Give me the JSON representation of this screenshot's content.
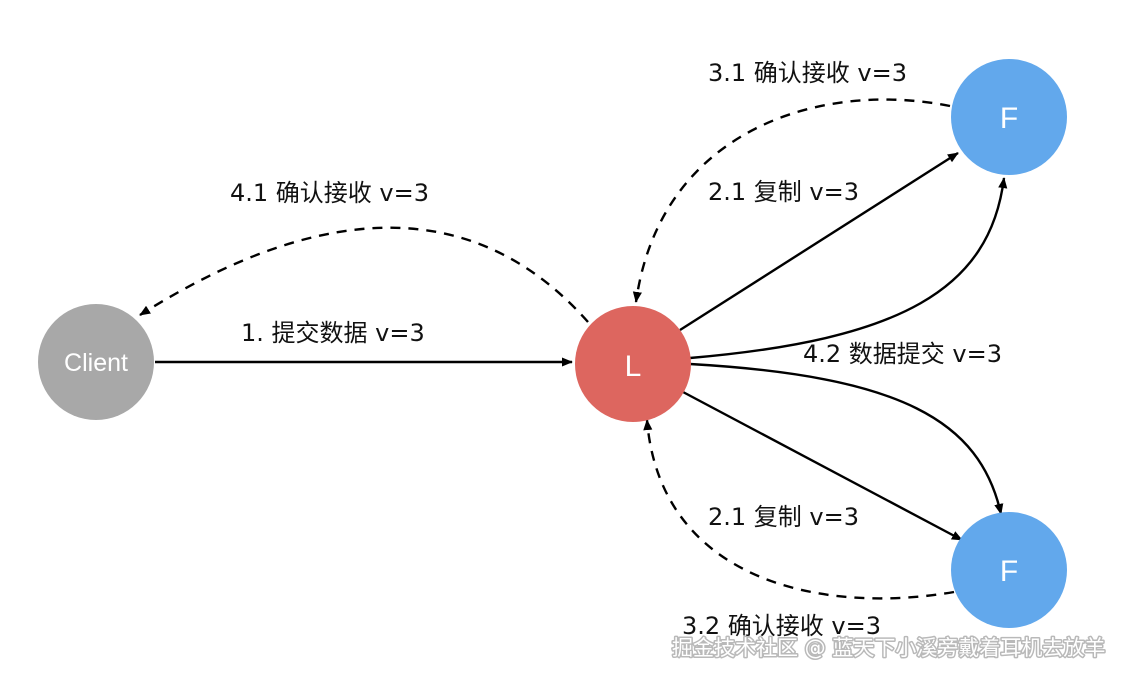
{
  "diagram": {
    "nodes": {
      "client": {
        "label": "Client",
        "color": "#a8a8a8"
      },
      "leader": {
        "label": "L",
        "color": "#dd665f"
      },
      "follower_top": {
        "label": "F",
        "color": "#62a8ec"
      },
      "follower_bottom": {
        "label": "F",
        "color": "#62a8ec"
      }
    },
    "edges": {
      "propose": {
        "label": "1. 提交数据 v=3",
        "style": "solid"
      },
      "replicate_top": {
        "label": "2.1 复制 v=3",
        "style": "solid"
      },
      "replicate_bottom": {
        "label": "2.1 复制 v=3",
        "style": "solid"
      },
      "ack_top": {
        "label": "3.1 确认接收 v=3",
        "style": "dashed"
      },
      "ack_bottom": {
        "label": "3.2 确认接收 v=3",
        "style": "dashed"
      },
      "ack_client": {
        "label": "4.1 确认接收 v=3",
        "style": "dashed"
      },
      "commit": {
        "label": "4.2 数据提交 v=3",
        "style": "solid"
      }
    }
  },
  "watermark": "掘金技术社区 @ 蓝天下小溪旁戴着耳机去放羊"
}
